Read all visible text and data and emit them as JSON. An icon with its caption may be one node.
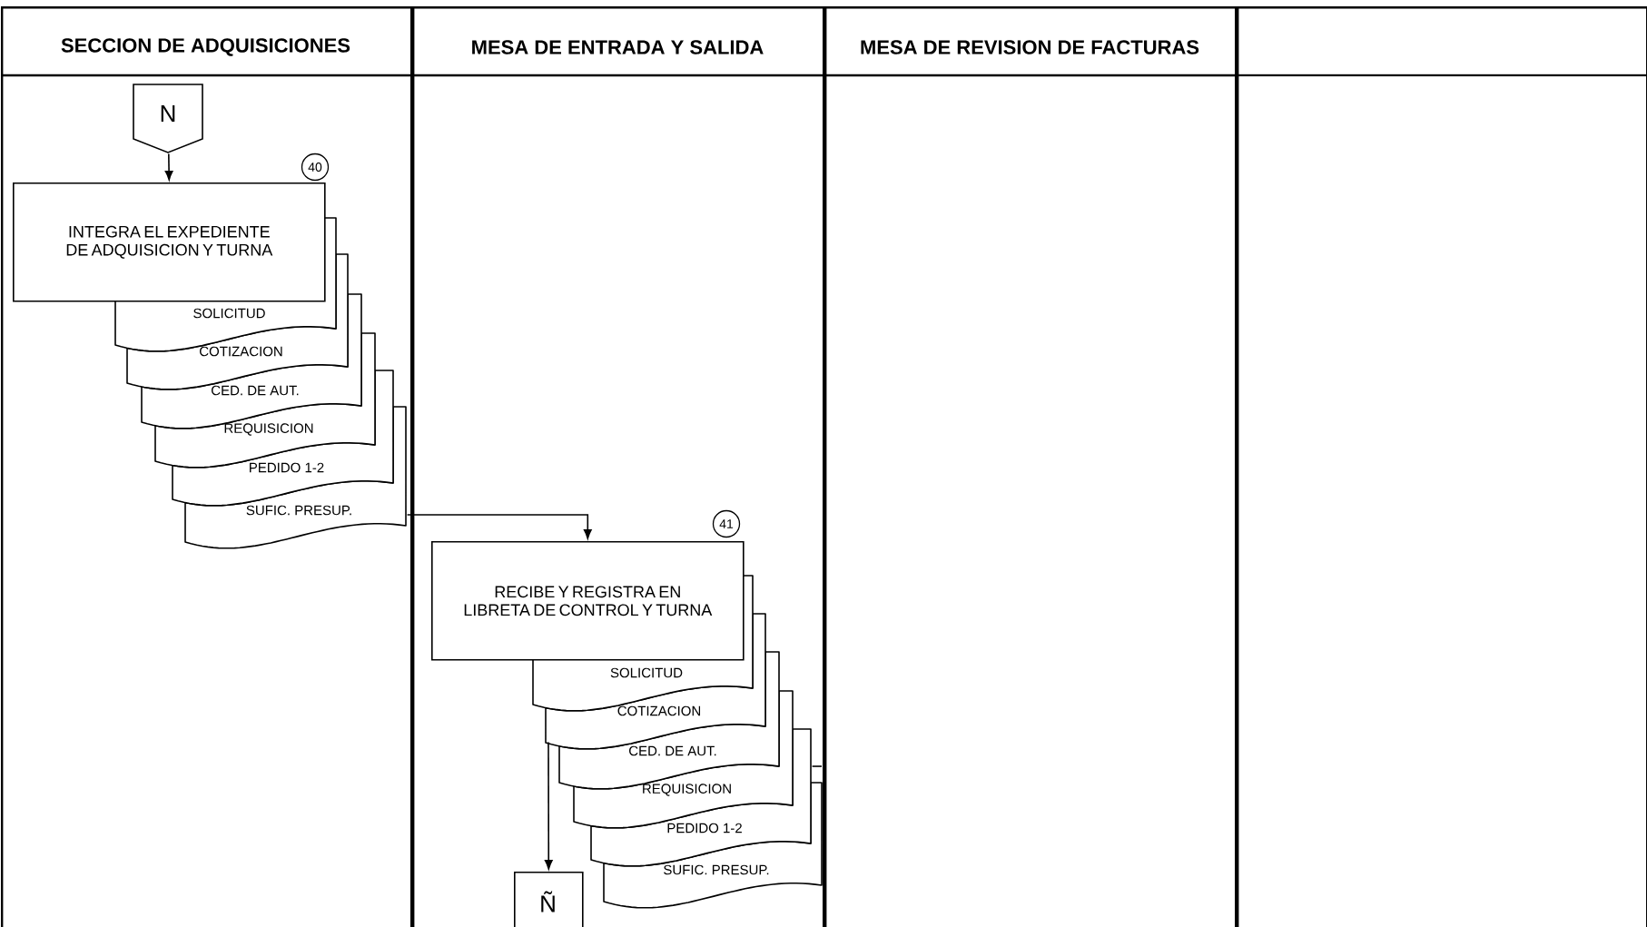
{
  "diagram": {
    "nodes": [
      {
        "text": [
          "SECCION DE ADQUISICIONES"
        ]
      },
      {
        "text": [
          "MESA DE ENTRADA Y SALIDA"
        ]
      },
      {
        "text": [
          "MESA DE REVISION DE FACTURAS"
        ]
      },
      {
        "text": [],
        "shape": "box"
      },
      {
        "text": [
          "N"
        ],
        "in": 0
      },
      {
        "text": [
          "INTEGRA EL EXPEDIENTE DE ADQUISICION Y TURNA"
        ],
        "in": 0,
        "beside": [
          "40"
        ]
      },
      {
        "text": [
          "SOLICITUD"
        ],
        "in": 0
      },
      {
        "text": [
          "COTIZACION"
        ],
        "in": 0
      },
      {
        "text": [
          "CED. DE AUT."
        ],
        "in": 0
      },
      {
        "text": [
          "REQUISICION"
        ],
        "in": 0
      },
      {
        "text": [
          "PEDIDO 1-2"
        ],
        "in": 0
      },
      {
        "text": [
          "SUFIC. PRESUP."
        ],
        "in": 0
      },
      {
        "text": [
          "RECIBE Y REGISTRA EN LIBRETA DE CONTROL Y TURNA"
        ],
        "in": 1,
        "beside": [
          "41"
        ]
      },
      {
        "text": [
          "SOLICITUD"
        ],
        "in": 1
      },
      {
        "text": [
          "COTIZACION"
        ],
        "in": 1
      },
      {
        "text": [
          "CED. DE AUT."
        ],
        "in": 1
      },
      {
        "text": [
          "REQUISICION"
        ],
        "in": 1
      },
      {
        "text": [
          "PEDIDO 1-2"
        ],
        "in": 1
      },
      {
        "text": [
          "SUFIC. PRESUP."
        ],
        "in": 1
      },
      {
        "text": [
          "Ñ"
        ],
        "in": 1
      }
    ],
    "edges": [
      {
        "from": 4,
        "to": 5,
        "arrow": "to"
      },
      {
        "from": 11,
        "to": 12,
        "arrow": "to"
      },
      {
        "from": 14,
        "to": 19,
        "arrow": "to"
      },
      {
        "from": 17,
        "to": null,
        "arrow": "none"
      }
    ]
  }
}
